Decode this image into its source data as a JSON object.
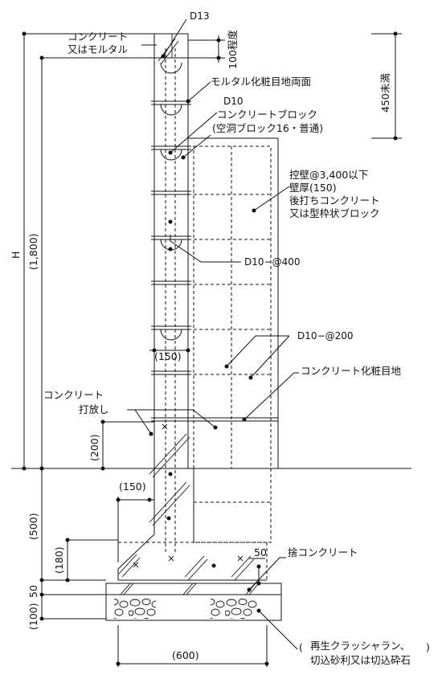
{
  "labels": {
    "d13": "D13",
    "concrete_or_mortar_1": "コンクリート",
    "concrete_or_mortar_2": "又はモルタル",
    "approx_100": "100程度",
    "under_450": "450未満",
    "mortar_joint": "モルタル化粧目地両面",
    "d10": "D10",
    "concrete_block": "コンクリートブロック",
    "hollow_block": "(空洞ブロック16・普通)",
    "buttress_1": "控壁@3,400以下",
    "buttress_2": "壁厚(150)",
    "buttress_3": "後打ちコンクリート",
    "buttress_4": "又は型枠状ブロック",
    "h": "H",
    "h_1800": "(1,800)",
    "d10_400": "D10−@400",
    "d10_200": "D10−@200",
    "wall_150": "(150)",
    "concrete_joint": "コンクリート化粧目地",
    "exposed_1": "コンクリート",
    "exposed_2": "打放し",
    "dim_200": "(200)",
    "dim_150_base": "(150)",
    "dim_500": "(500)",
    "dim_180": "(180)",
    "dim_50_right": "50",
    "lean_concrete": "捨コンクリート",
    "dim_50_left": "50",
    "dim_100": "(100)",
    "gravel_1": "再生クラッシャラン、",
    "gravel_2": "切込砂利又は切込砕石",
    "dim_600": "(600)"
  }
}
